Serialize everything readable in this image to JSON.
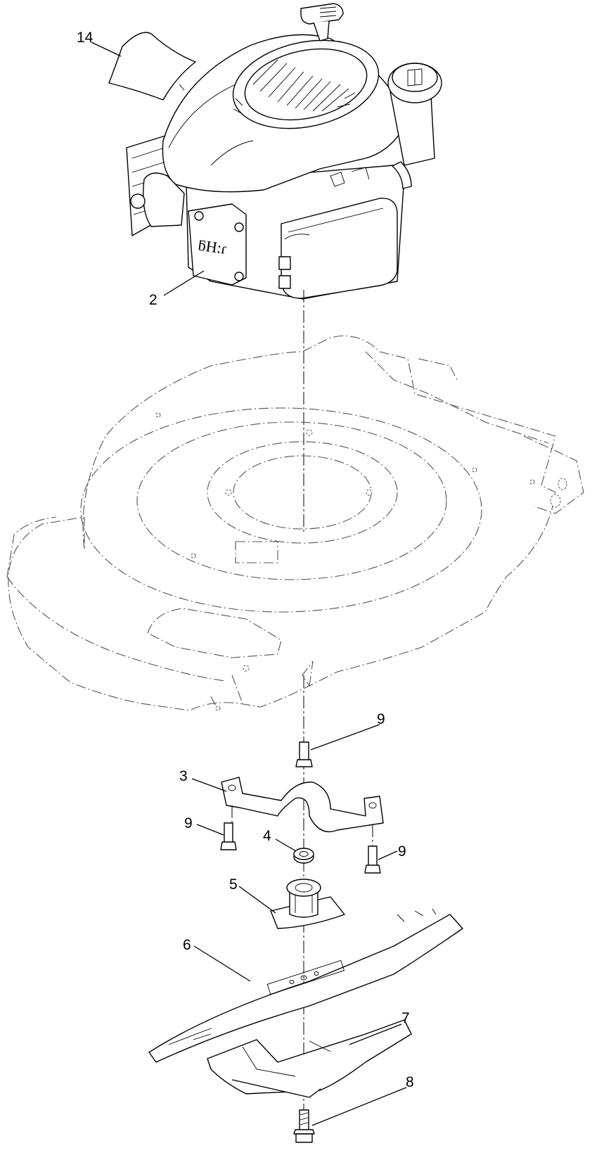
{
  "callouts": {
    "c14": "14",
    "c2": "2",
    "c9_top": "9",
    "c3": "3",
    "c9_left": "9",
    "c4": "4",
    "c9_right": "9",
    "c5": "5",
    "c6": "6",
    "c7": "7",
    "c8": "8"
  }
}
